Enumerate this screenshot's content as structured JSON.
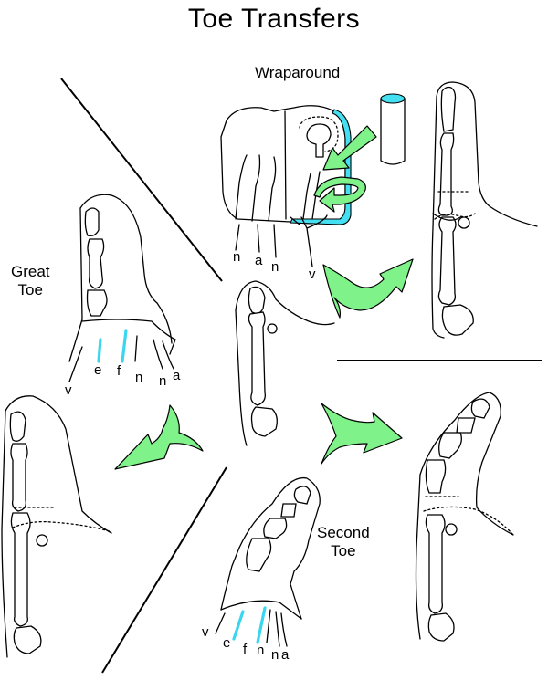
{
  "title": "Toe Transfers",
  "labels": {
    "wraparound": "Wraparound",
    "great_toe": "Great\nToe",
    "second_toe": "Second\nToe"
  },
  "wrap_letters": [
    "n",
    "a",
    "n",
    "v"
  ],
  "great_letters": [
    "v",
    "e",
    "f",
    "n",
    "n",
    "a"
  ],
  "second_letters": [
    "v",
    "e",
    "f",
    "n",
    "n",
    "a"
  ],
  "colors": {
    "vessel": "#3ad6f0",
    "arrow": "#7ff28a",
    "tube": "#45dff2"
  }
}
